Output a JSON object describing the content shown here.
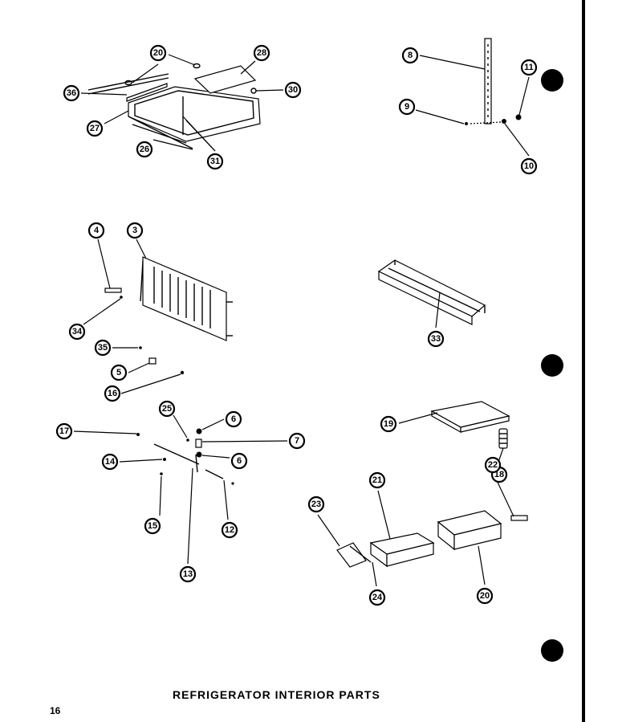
{
  "caption": "REFRIGERATOR INTERIOR PARTS",
  "page_number": "16",
  "callouts": [
    {
      "label": "20"
    },
    {
      "label": "28"
    },
    {
      "label": "36"
    },
    {
      "label": "30"
    },
    {
      "label": "27"
    },
    {
      "label": "26"
    },
    {
      "label": "31"
    },
    {
      "label": "8"
    },
    {
      "label": "11"
    },
    {
      "label": "9"
    },
    {
      "label": "10"
    },
    {
      "label": "4"
    },
    {
      "label": "3"
    },
    {
      "label": "34"
    },
    {
      "label": "35"
    },
    {
      "label": "5"
    },
    {
      "label": "16"
    },
    {
      "label": "33"
    },
    {
      "label": "25"
    },
    {
      "label": "6"
    },
    {
      "label": "17"
    },
    {
      "label": "7"
    },
    {
      "label": "14"
    },
    {
      "label": "6"
    },
    {
      "label": "15"
    },
    {
      "label": "12"
    },
    {
      "label": "13"
    },
    {
      "label": "19"
    },
    {
      "label": "18"
    },
    {
      "label": "22"
    },
    {
      "label": "21"
    },
    {
      "label": "23"
    },
    {
      "label": "24"
    },
    {
      "label": "20"
    }
  ]
}
